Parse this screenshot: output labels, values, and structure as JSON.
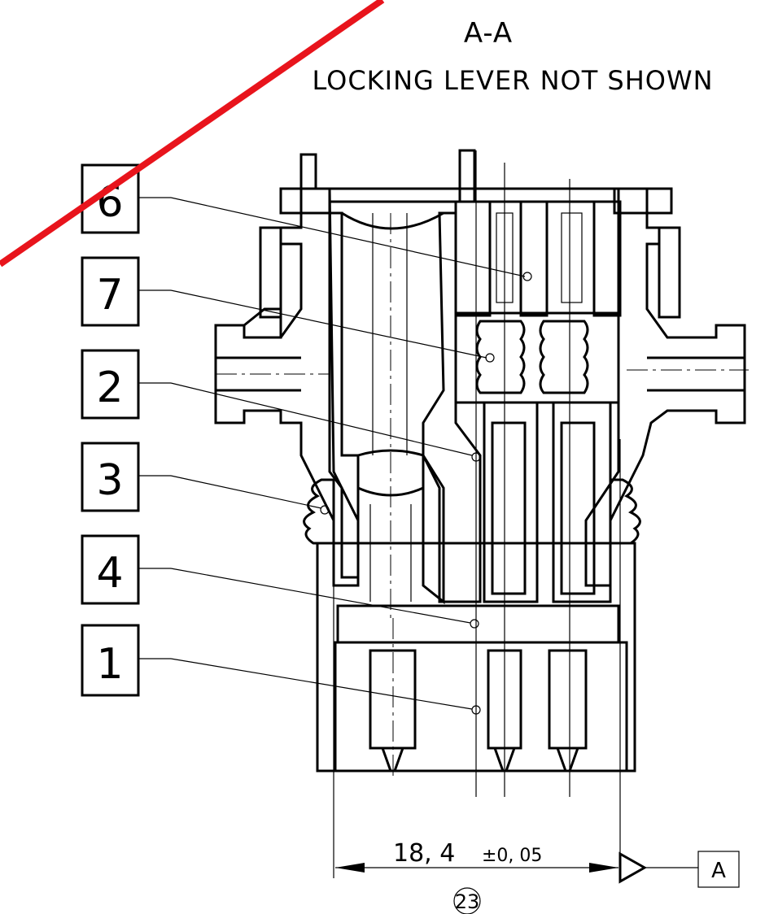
{
  "view": {
    "title": "A-A",
    "subtitle": "LOCKING LEVER NOT SHOWN"
  },
  "callouts": [
    {
      "number": "6"
    },
    {
      "number": "7"
    },
    {
      "number": "2"
    },
    {
      "number": "3"
    },
    {
      "number": "4"
    },
    {
      "number": "1"
    }
  ],
  "dimension": {
    "value": "18, 4",
    "tolerance": "±0, 05",
    "reference": "23",
    "datum": "A"
  },
  "colors": {
    "lines": "#000000",
    "strike": "#e8141c",
    "background": "#ffffff"
  }
}
